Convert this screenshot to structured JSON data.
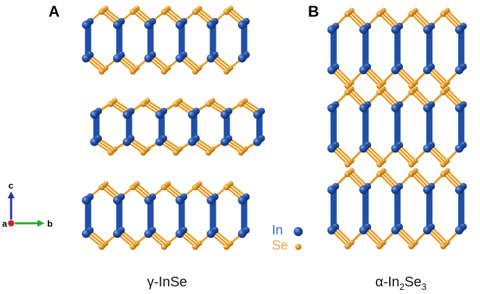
{
  "panels": [
    {
      "letter": "A",
      "caption_prefix": "γ-InSe",
      "caption_sub1": "",
      "caption_mid": "",
      "caption_sub2": ""
    },
    {
      "letter": "B",
      "caption_prefix": "α-In",
      "caption_sub1": "2",
      "caption_mid": "Se",
      "caption_sub2": "3"
    }
  ],
  "legend": {
    "in_label": "In",
    "se_label": "Se"
  },
  "axes": {
    "c": "c",
    "a": "a",
    "b": "b"
  },
  "colors": {
    "in_atom": "#1f4fa6",
    "in_highlight": "#7fa0e0",
    "se_atom": "#e69b22",
    "se_highlight": "#ffd88a",
    "in_label": "#2e6bc2",
    "se_label": "#f0a24a",
    "axis_c": "#2233aa",
    "axis_b": "#22aa22",
    "axis_a": "#cc2222"
  }
}
